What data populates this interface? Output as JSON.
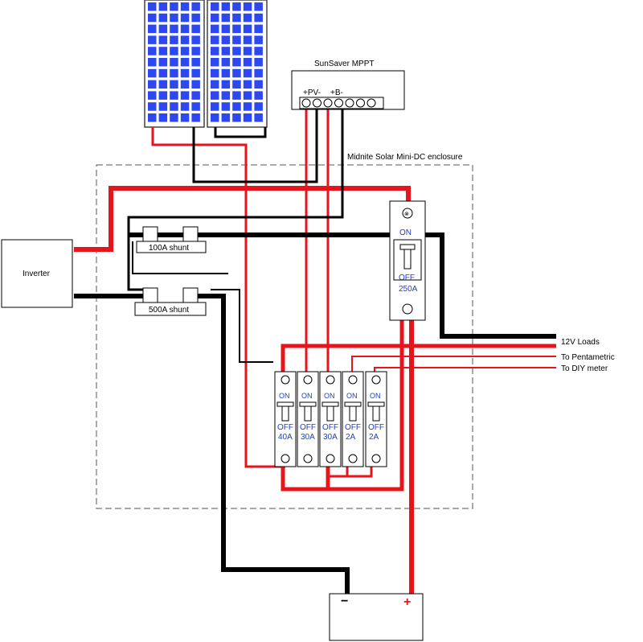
{
  "colors": {
    "wire_positive": "#e8141c",
    "wire_negative": "#000000",
    "solar_cell": "#2d48f0",
    "breaker_text": "#1f3fbf",
    "enclosure_outline": "#555555"
  },
  "mppt": {
    "title": "SunSaver MPPT",
    "pv_label": "+PV-",
    "batt_label": "+B-"
  },
  "enclosure": {
    "title": "Midnite Solar Mini-DC enclosure"
  },
  "inverter": {
    "label": "Inverter"
  },
  "shunts": {
    "small": "100A shunt",
    "large": "500A shunt"
  },
  "main_breaker": {
    "on": "ON",
    "off": "OFF",
    "rating": "250A"
  },
  "breakers": [
    {
      "on": "ON",
      "off": "OFF",
      "rating": "40A"
    },
    {
      "on": "ON",
      "off": "OFF",
      "rating": "30A"
    },
    {
      "on": "ON",
      "off": "OFF",
      "rating": "30A"
    },
    {
      "on": "ON",
      "off": "OFF",
      "rating": "2A"
    },
    {
      "on": "ON",
      "off": "OFF",
      "rating": "2A"
    }
  ],
  "outputs": {
    "loads": "12V Loads",
    "pentametric": "To Pentametric",
    "diy_meter": "To DIY meter"
  },
  "battery": {
    "negative": "−",
    "positive": "+"
  }
}
